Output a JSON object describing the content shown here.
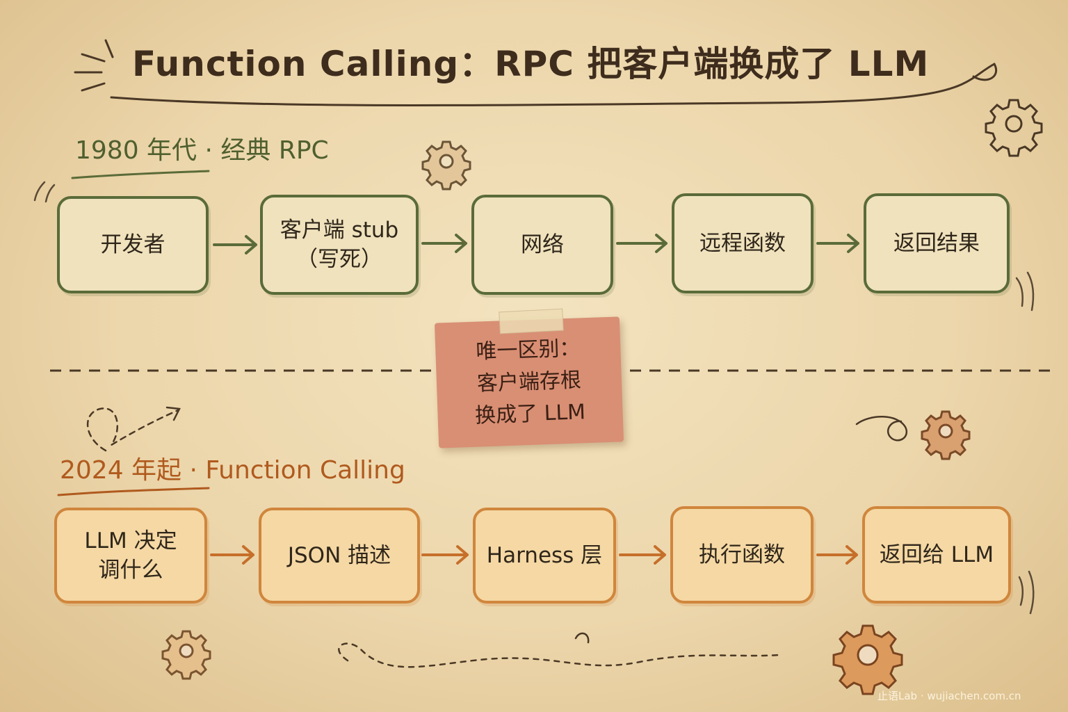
{
  "title": "Function Calling：RPC 把客户端换成了 LLM",
  "sections": {
    "classic": {
      "label": "1980 年代 · 经典 RPC",
      "color": "#5a6b39",
      "steps": [
        {
          "lines": [
            "开发者"
          ]
        },
        {
          "lines": [
            "客户端 stub",
            "（写死）"
          ]
        },
        {
          "lines": [
            "网络"
          ]
        },
        {
          "lines": [
            "远程函数"
          ]
        },
        {
          "lines": [
            "返回结果"
          ]
        }
      ]
    },
    "function_calling": {
      "label": "2024 年起 · Function Calling",
      "color": "#d0863c",
      "steps": [
        {
          "lines": [
            "LLM 决定",
            "调什么"
          ]
        },
        {
          "lines": [
            "JSON 描述"
          ]
        },
        {
          "lines": [
            "Harness 层"
          ]
        },
        {
          "lines": [
            "执行函数"
          ]
        },
        {
          "lines": [
            "返回给 LLM"
          ]
        }
      ]
    }
  },
  "note": {
    "lines": [
      "唯一区别：",
      "客户端存根",
      "换成了 LLM"
    ],
    "color": "#d98f74"
  },
  "icons": [
    "gear-icon",
    "arrow-icon",
    "swirl-icon"
  ],
  "watermark": "止语Lab · wujiachen.com.cn"
}
